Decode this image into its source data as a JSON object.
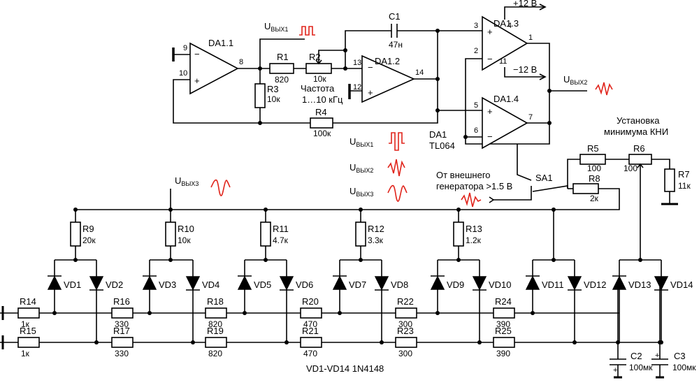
{
  "labels": {
    "u1": "U",
    "u1_sub": "ВЫХ1",
    "u2": "U",
    "u2_sub": "ВЫХ2",
    "u3": "U",
    "u3_sub": "ВЫХ3",
    "da11": "DA1.1",
    "da12": "DA1.2",
    "da13": "DA1.3",
    "da14": "DA1.4",
    "da1": "DA1",
    "tl": "TL064",
    "pos12": "+12 В",
    "neg12": "−12 В",
    "freq1": "Частота",
    "freq2": "1…10 кГц",
    "kni1": "Установка",
    "kni2": "минимума КНИ",
    "ext1": "От внешнего",
    "ext2": "генератора >1.5 В",
    "sa1": "SA1",
    "diodes": "VD1-VD14  1N4148",
    "leg1": "U",
    "leg1_sub": "ВЫХ1",
    "leg2": "U",
    "leg2_sub": "ВЫХ2",
    "leg3": "U",
    "leg3_sub": "ВЫХ3"
  },
  "pins": {
    "p9": "9",
    "p10": "10",
    "p8": "8",
    "p13": "13",
    "p12": "12",
    "p14": "14",
    "p3": "3",
    "p2": "2",
    "p4": "4",
    "p1": "1",
    "p11": "11",
    "p5": "5",
    "p6": "6",
    "p7": "7"
  },
  "components": {
    "R1": {
      "name": "R1",
      "value": "820"
    },
    "R2": {
      "name": "R2",
      "value": "10к"
    },
    "R3": {
      "name": "R3",
      "value": "10к"
    },
    "R4": {
      "name": "R4",
      "value": "100к"
    },
    "C1": {
      "name": "C1",
      "value": "47н"
    },
    "R5": {
      "name": "R5",
      "value": "100"
    },
    "R6": {
      "name": "R6",
      "value": "100"
    },
    "R7": {
      "name": "R7",
      "value": "11к"
    },
    "R8": {
      "name": "R8",
      "value": "2к"
    },
    "R9": {
      "name": "R9",
      "value": "20к"
    },
    "R10": {
      "name": "R10",
      "value": "10к"
    },
    "R11": {
      "name": "R11",
      "value": "4.7к"
    },
    "R12": {
      "name": "R12",
      "value": "3.3к"
    },
    "R13": {
      "name": "R13",
      "value": "1.2к"
    },
    "R14": {
      "name": "R14",
      "value": "1к"
    },
    "R15": {
      "name": "R15",
      "value": "1к"
    },
    "R16": {
      "name": "R16",
      "value": "330"
    },
    "R17": {
      "name": "R17",
      "value": "330"
    },
    "R18": {
      "name": "R18",
      "value": "820"
    },
    "R19": {
      "name": "R19",
      "value": "820"
    },
    "R20": {
      "name": "R20",
      "value": "470"
    },
    "R21": {
      "name": "R21",
      "value": "470"
    },
    "R22": {
      "name": "R22",
      "value": "300"
    },
    "R23": {
      "name": "R23",
      "value": "300"
    },
    "R24": {
      "name": "R24",
      "value": "390"
    },
    "R25": {
      "name": "R25",
      "value": "390"
    },
    "C2": {
      "name": "C2",
      "value": "100мк"
    },
    "C3": {
      "name": "C3",
      "value": "100мк"
    },
    "VD1": "VD1",
    "VD2": "VD2",
    "VD3": "VD3",
    "VD4": "VD4",
    "VD5": "VD5",
    "VD6": "VD6",
    "VD7": "VD7",
    "VD8": "VD8",
    "VD9": "VD9",
    "VD10": "VD10",
    "VD11": "VD11",
    "VD12": "VD12",
    "VD13": "VD13",
    "VD14": "VD14"
  },
  "colors": {
    "wire": "#000000",
    "signal": "#e0241b",
    "background": "#ffffff"
  }
}
